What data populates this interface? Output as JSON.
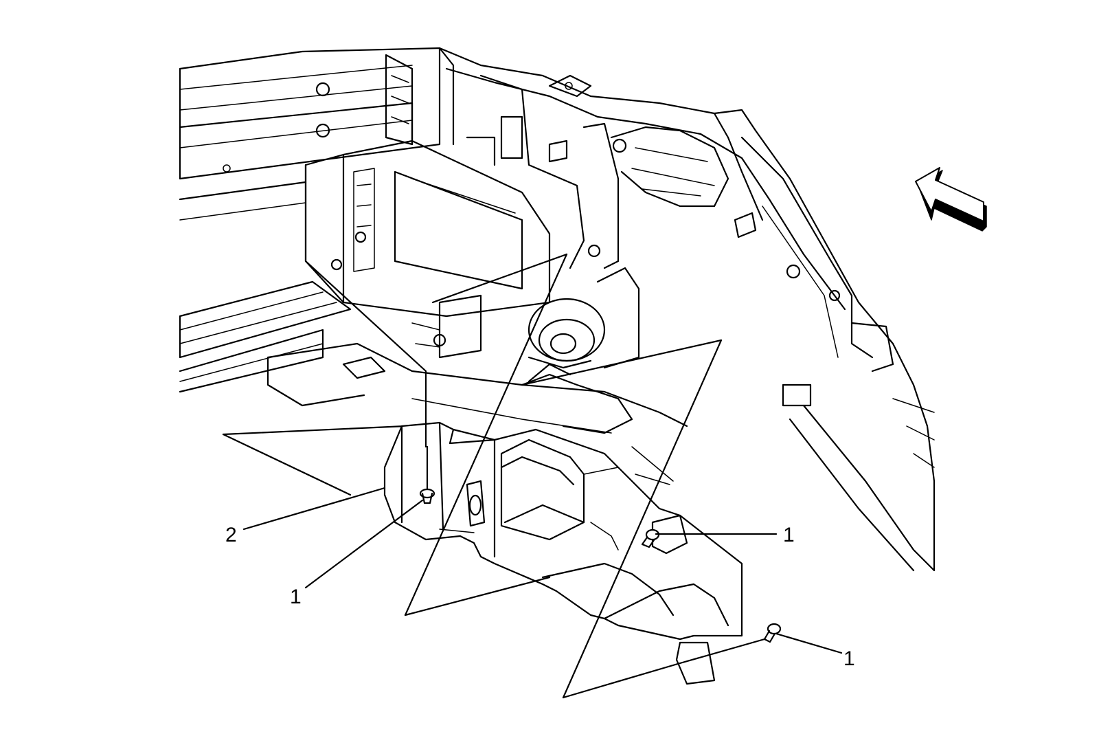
{
  "diagram": {
    "callouts": [
      {
        "id": "c1",
        "label": "1"
      },
      {
        "id": "c2",
        "label": "1"
      },
      {
        "id": "c3",
        "label": "1"
      },
      {
        "id": "c4",
        "label": "2"
      }
    ],
    "view_arrow": {
      "icon": "direction-arrow-icon"
    }
  }
}
